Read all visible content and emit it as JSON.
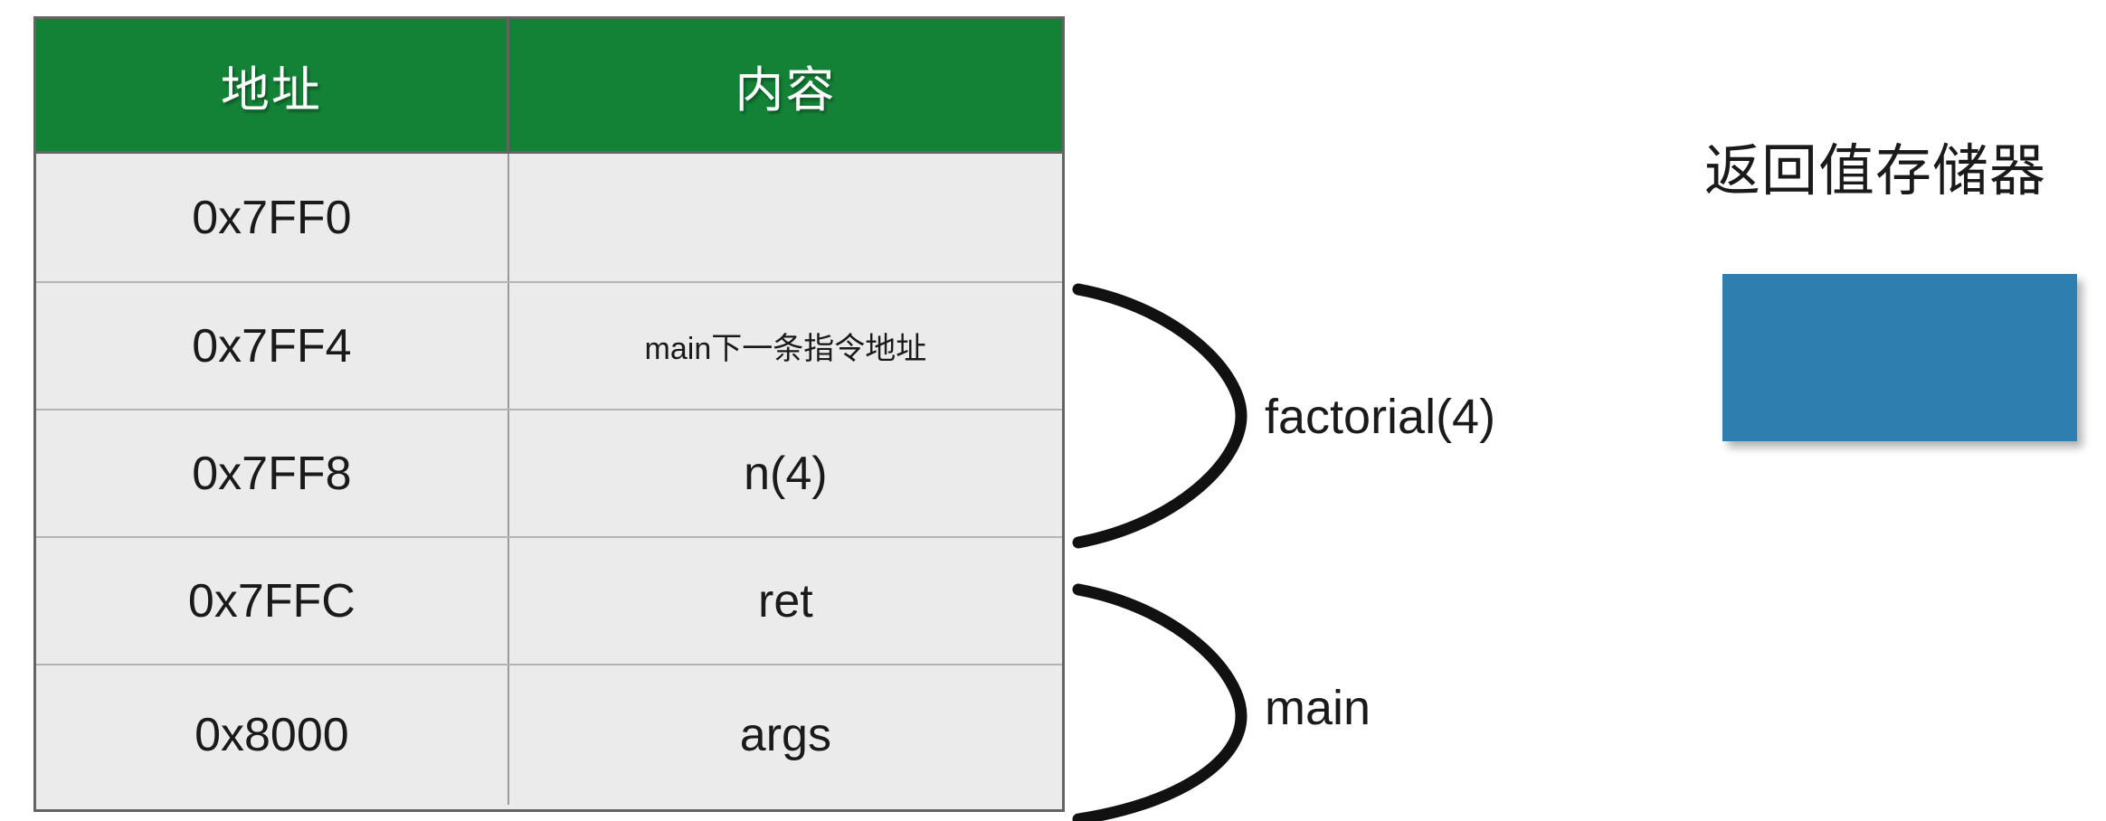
{
  "table": {
    "columns": [
      "地址",
      "内容"
    ],
    "rows": [
      {
        "address": "0x7FF0",
        "content": ""
      },
      {
        "address": "0x7FF4",
        "content": "main下一条指令地址"
      },
      {
        "address": "0x7FF8",
        "content": "n(4)"
      },
      {
        "address": "0x7FFC",
        "content": "ret"
      },
      {
        "address": "0x8000",
        "content": "args"
      }
    ]
  },
  "frames": [
    {
      "label": "factorial(4)"
    },
    {
      "label": "main"
    }
  ],
  "register": {
    "title": "返回值存储器",
    "value": ""
  },
  "colors": {
    "header_green": "#138237",
    "row_gray": "#ebebeb",
    "border_gray": "#636363",
    "register_blue": "#2E7EB0",
    "text_dark": "#1a1a1a"
  }
}
